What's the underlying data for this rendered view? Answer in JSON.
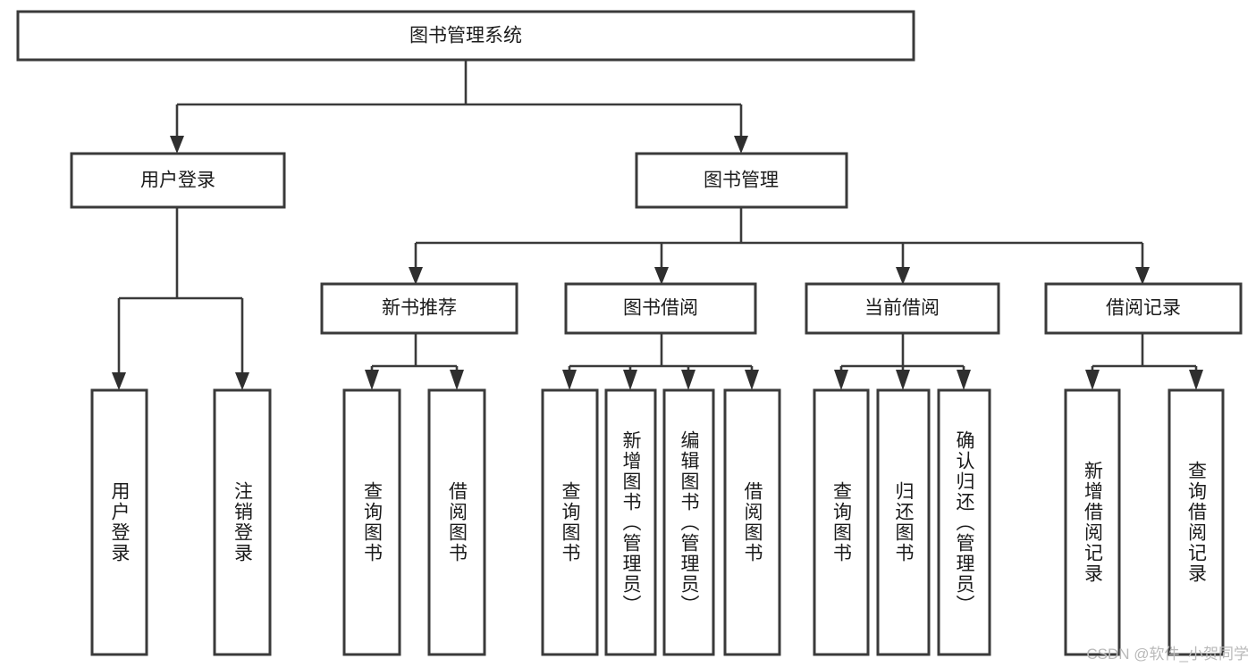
{
  "diagram": {
    "type": "tree-hierarchy-chart",
    "title": "图书管理系统",
    "orientation": "top-down",
    "colors": {
      "box_stroke": "#3a3a3a",
      "box_fill": "#ffffff",
      "connector": "#3a3a3a",
      "text": "#1b1b1b",
      "background": "#ffffff",
      "watermark": "#b9b9b9"
    },
    "root": {
      "label": "图书管理系统",
      "orientation": "horizontal"
    },
    "level1": [
      {
        "label": "用户登录",
        "orientation": "horizontal"
      },
      {
        "label": "图书管理",
        "orientation": "horizontal"
      }
    ],
    "level2": [
      {
        "label": "新书推荐",
        "orientation": "horizontal"
      },
      {
        "label": "图书借阅",
        "orientation": "horizontal"
      },
      {
        "label": "当前借阅",
        "orientation": "horizontal"
      },
      {
        "label": "借阅记录",
        "orientation": "horizontal"
      }
    ],
    "leaves": {
      "user_login": [
        {
          "label": "用户登录",
          "orientation": "vertical"
        },
        {
          "label": "注销登录",
          "orientation": "vertical"
        }
      ],
      "new_book_recommend": [
        {
          "label": "查询图书",
          "orientation": "vertical"
        },
        {
          "label": "借阅图书",
          "orientation": "vertical"
        }
      ],
      "book_borrow": [
        {
          "label": "查询图书",
          "orientation": "vertical"
        },
        {
          "label": "新增图书（管理员）",
          "orientation": "vertical"
        },
        {
          "label": "编辑图书（管理员）",
          "orientation": "vertical"
        },
        {
          "label": "借阅图书",
          "orientation": "vertical"
        }
      ],
      "current_borrow": [
        {
          "label": "查询图书",
          "orientation": "vertical"
        },
        {
          "label": "归还图书",
          "orientation": "vertical"
        },
        {
          "label": "确认归还（管理员）",
          "orientation": "vertical"
        }
      ],
      "borrow_record": [
        {
          "label": "新增借阅记录",
          "orientation": "vertical"
        },
        {
          "label": "查询借阅记录",
          "orientation": "vertical"
        }
      ]
    }
  },
  "watermark": {
    "text": "CSDN @软件_小贺同学"
  }
}
